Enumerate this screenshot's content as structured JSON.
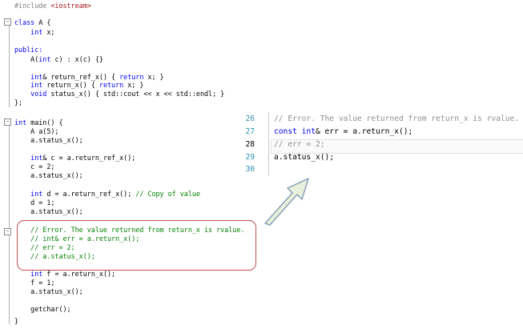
{
  "left_code": {
    "lines": [
      {
        "id": "l-include",
        "parts": [
          {
            "t": "#include ",
            "c": "pp"
          },
          {
            "t": "<iostream>",
            "c": "str"
          }
        ]
      },
      {
        "id": "l-class",
        "parts": [
          {
            "t": "class ",
            "c": "kw"
          },
          {
            "t": "A {",
            "c": ""
          }
        ]
      },
      {
        "id": "l-int-x",
        "parts": [
          {
            "t": "    ",
            "c": ""
          },
          {
            "t": "int",
            "c": "kw"
          },
          {
            "t": " x;",
            "c": ""
          }
        ]
      },
      {
        "id": "l-public",
        "parts": [
          {
            "t": "public:",
            "c": "kw"
          }
        ]
      },
      {
        "id": "l-ctor",
        "parts": [
          {
            "t": "    A(",
            "c": ""
          },
          {
            "t": "int",
            "c": "kw"
          },
          {
            "t": " c) : x(c) {}",
            "c": ""
          }
        ]
      },
      {
        "id": "l-retref",
        "parts": [
          {
            "t": "    ",
            "c": ""
          },
          {
            "t": "int",
            "c": "kw"
          },
          {
            "t": "& return_ref_x() { ",
            "c": ""
          },
          {
            "t": "return",
            "c": "kw"
          },
          {
            "t": " x; }",
            "c": ""
          }
        ]
      },
      {
        "id": "l-retx",
        "parts": [
          {
            "t": "    ",
            "c": ""
          },
          {
            "t": "int",
            "c": "kw"
          },
          {
            "t": " return_x() { ",
            "c": ""
          },
          {
            "t": "return",
            "c": "kw"
          },
          {
            "t": " x; }",
            "c": ""
          }
        ]
      },
      {
        "id": "l-status",
        "parts": [
          {
            "t": "    ",
            "c": ""
          },
          {
            "t": "void",
            "c": "kw"
          },
          {
            "t": " status_x() { std::cout << x << std::endl; }",
            "c": ""
          }
        ]
      },
      {
        "id": "l-endclass",
        "parts": [
          {
            "t": "};",
            "c": ""
          }
        ]
      },
      {
        "id": "l-main",
        "parts": [
          {
            "t": "int",
            "c": "kw"
          },
          {
            "t": " main() {",
            "c": ""
          }
        ]
      },
      {
        "id": "l-a5",
        "parts": [
          {
            "t": "    A a(5);",
            "c": ""
          }
        ]
      },
      {
        "id": "l-status1",
        "parts": [
          {
            "t": "    a.status_x();",
            "c": ""
          }
        ]
      },
      {
        "id": "l-intc",
        "parts": [
          {
            "t": "    ",
            "c": ""
          },
          {
            "t": "int",
            "c": "kw"
          },
          {
            "t": "& c = a.return_ref_x();",
            "c": ""
          }
        ]
      },
      {
        "id": "l-c2",
        "parts": [
          {
            "t": "    c = 2;",
            "c": ""
          }
        ]
      },
      {
        "id": "l-status2",
        "parts": [
          {
            "t": "    a.status_x();",
            "c": ""
          }
        ]
      },
      {
        "id": "l-intd",
        "parts": [
          {
            "t": "    ",
            "c": ""
          },
          {
            "t": "int",
            "c": "kw"
          },
          {
            "t": " d = a.return_ref_x(); ",
            "c": ""
          },
          {
            "t": "// Copy of value",
            "c": "cm"
          }
        ]
      },
      {
        "id": "l-d1",
        "parts": [
          {
            "t": "    d = 1;",
            "c": ""
          }
        ]
      },
      {
        "id": "l-status3",
        "parts": [
          {
            "t": "    a.status_x();",
            "c": ""
          }
        ]
      },
      {
        "id": "l-cm-error",
        "parts": [
          {
            "t": "    // Error. The value returned from return_x is rvalue.",
            "c": "cm"
          }
        ]
      },
      {
        "id": "l-cm-interr",
        "parts": [
          {
            "t": "    // int& err = a.return_x();",
            "c": "cm"
          }
        ]
      },
      {
        "id": "l-cm-err2",
        "parts": [
          {
            "t": "    // err = 2;",
            "c": "cm"
          }
        ]
      },
      {
        "id": "l-cm-status",
        "parts": [
          {
            "t": "    // a.status_x();",
            "c": "cm"
          }
        ]
      },
      {
        "id": "l-intf",
        "parts": [
          {
            "t": "    ",
            "c": ""
          },
          {
            "t": "int",
            "c": "kw"
          },
          {
            "t": " f = a.return_x();",
            "c": ""
          }
        ]
      },
      {
        "id": "l-f1",
        "parts": [
          {
            "t": "    f = 1;",
            "c": ""
          }
        ]
      },
      {
        "id": "l-status4",
        "parts": [
          {
            "t": "    a.status_x();",
            "c": ""
          }
        ]
      },
      {
        "id": "l-getchar",
        "parts": [
          {
            "t": "    getchar();",
            "c": ""
          }
        ]
      },
      {
        "id": "l-endmain",
        "parts": [
          {
            "t": "}",
            "c": ""
          }
        ]
      }
    ]
  },
  "right_code": {
    "lines": [
      {
        "num": "26",
        "parts": [
          {
            "t": "// Error. The value returned from return_x is rvalue.",
            "c": "rcm"
          }
        ]
      },
      {
        "num": "27",
        "parts": [
          {
            "t": "const ",
            "c": "rkw"
          },
          {
            "t": "int",
            "c": "rkw"
          },
          {
            "t": "& err = a.return_x();",
            "c": ""
          }
        ]
      },
      {
        "num": "28",
        "parts": [
          {
            "t": "// err = 2;",
            "c": "rcm"
          }
        ]
      },
      {
        "num": "29",
        "parts": [
          {
            "t": "a.status_x();",
            "c": ""
          }
        ]
      },
      {
        "num": "30",
        "parts": []
      }
    ]
  },
  "colors": {
    "keyword": "#0000ff",
    "comment": "#008000",
    "string": "#a31515",
    "highlight": "#c0504d",
    "arrow_fill": "#e6f0da",
    "arrow_stroke": "#8aa0b8"
  }
}
